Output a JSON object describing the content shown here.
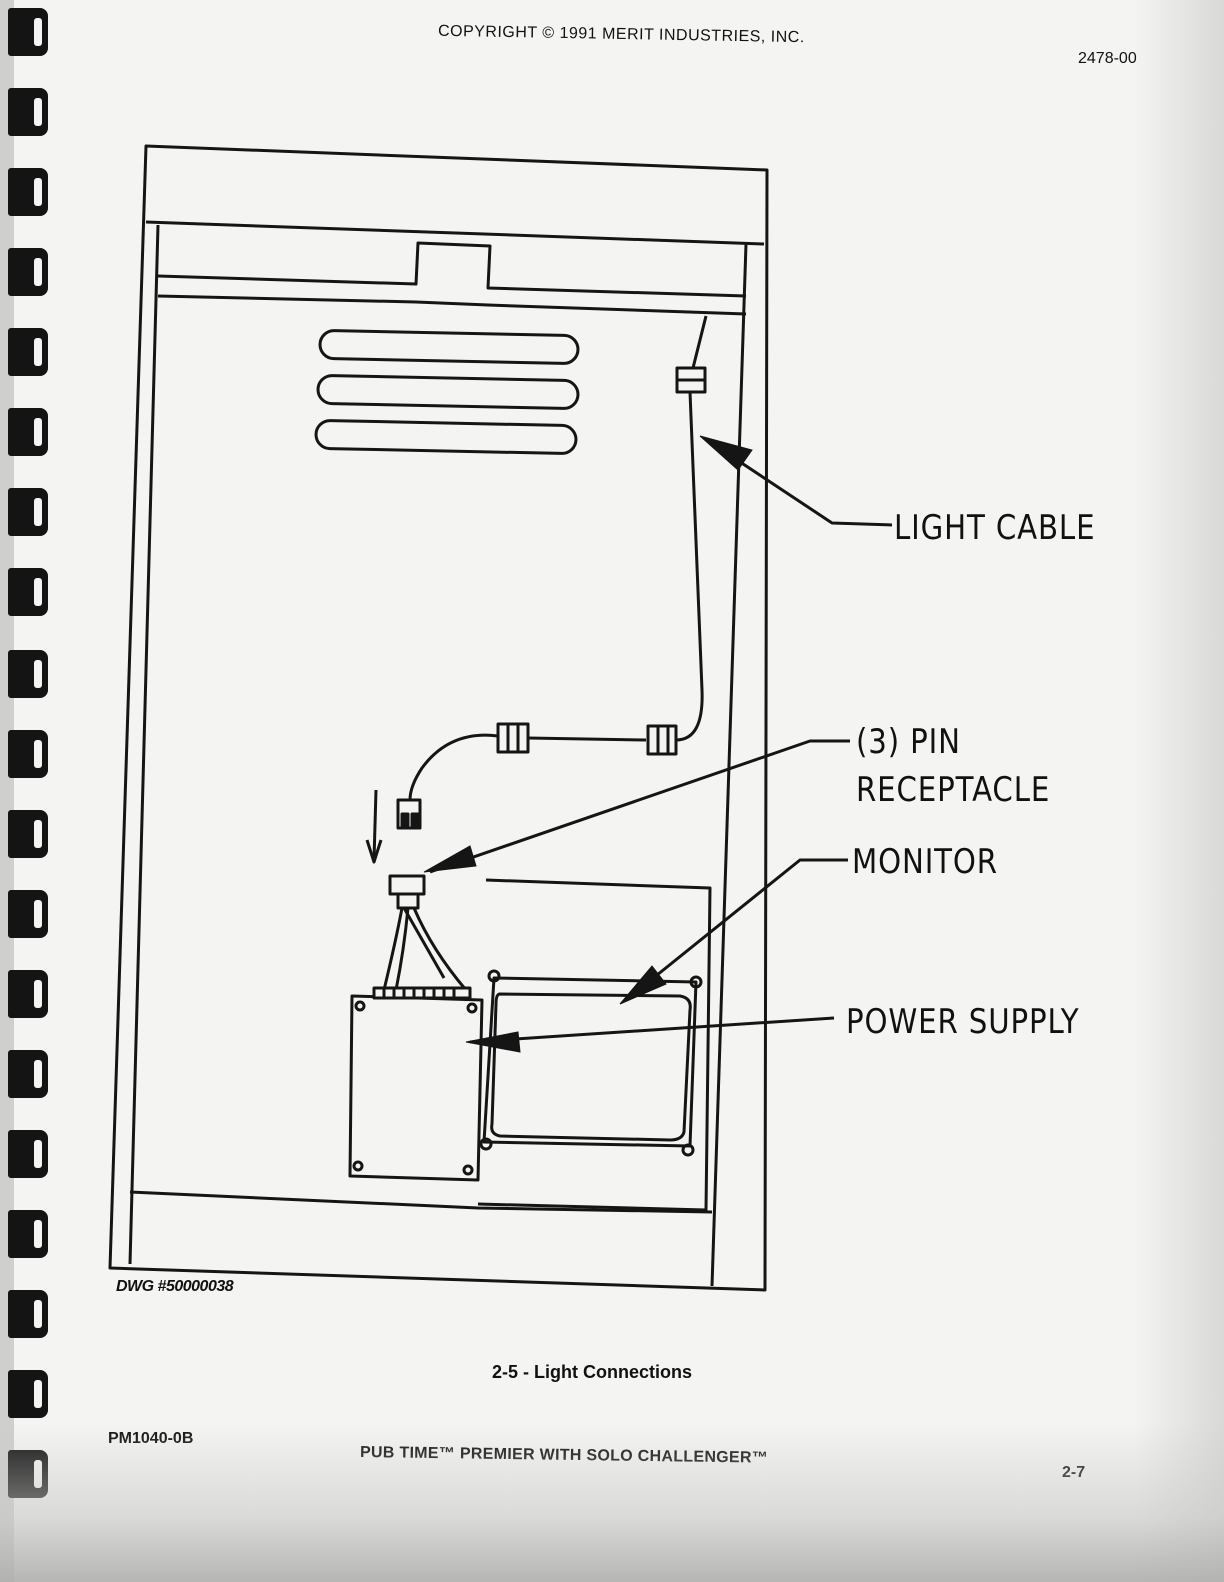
{
  "header": {
    "copyright": "COPYRIGHT © 1991 MERIT INDUSTRIES, INC.",
    "doc_number": "2478-00"
  },
  "drawing": {
    "callouts": {
      "light_cable": "LIGHT CABLE",
      "pin_line1": "(3) PIN",
      "pin_line2": "RECEPTACLE",
      "monitor": "MONITOR",
      "power_supply": "POWER SUPPLY"
    },
    "dwg_number": "DWG #50000038"
  },
  "caption": "2-5 - Light Connections",
  "footer": {
    "part_number": "PM1040-0B",
    "product": "PUB TIME™ PREMIER WITH SOLO CHALLENGER™",
    "page": "2-7"
  }
}
